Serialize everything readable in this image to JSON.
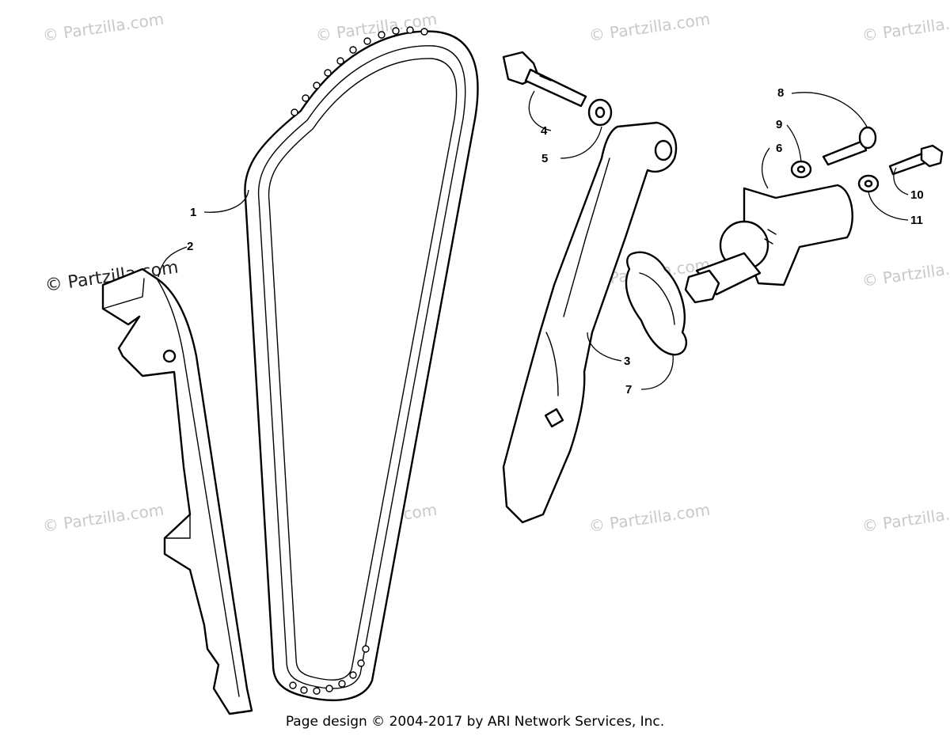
{
  "diagram": {
    "watermark_text": "© Partzilla.com",
    "footer_text": "Page design © 2004-2017 by ARI Network Services, Inc.",
    "callouts": [
      {
        "label": "1",
        "part": "cam-chain"
      },
      {
        "label": "2",
        "part": "chain-guide"
      },
      {
        "label": "3",
        "part": "tensioner-arm"
      },
      {
        "label": "4",
        "part": "pivot-bolt"
      },
      {
        "label": "5",
        "part": "pivot-washer"
      },
      {
        "label": "6",
        "part": "chain-tensioner"
      },
      {
        "label": "7",
        "part": "tensioner-gasket"
      },
      {
        "label": "8",
        "part": "tensioner-bolt-long"
      },
      {
        "label": "9",
        "part": "tensioner-washer"
      },
      {
        "label": "10",
        "part": "tensioner-bolt-short"
      },
      {
        "label": "11",
        "part": "tensioner-bolt-washer"
      }
    ]
  }
}
